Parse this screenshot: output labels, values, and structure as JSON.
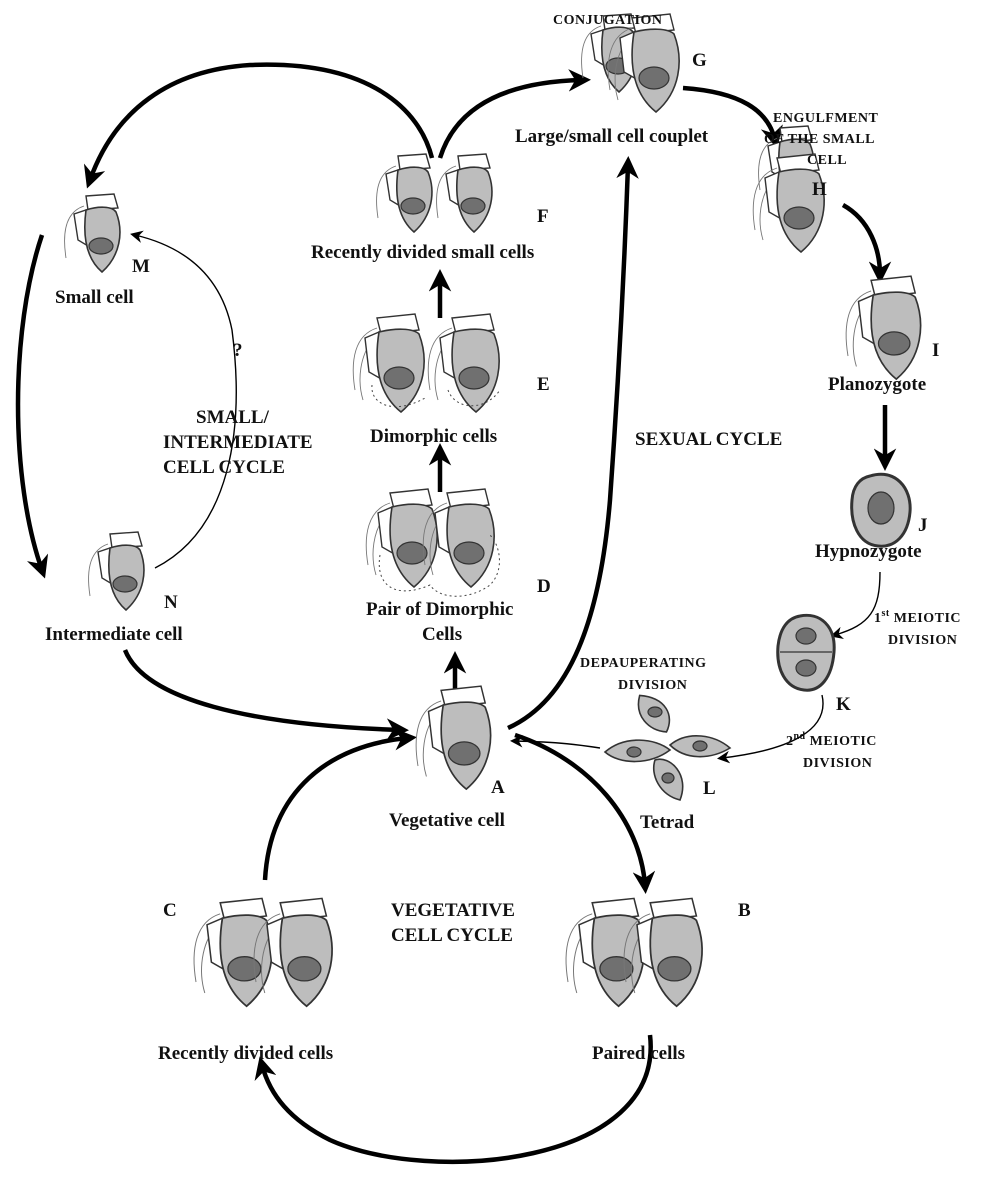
{
  "labels": {
    "conjugation": "CONJUGATION",
    "G_letter": "G",
    "G_caption": "Large/small cell couplet",
    "engulf_1": "ENGULFMENT",
    "engulf_2": "OF THE SMALL",
    "engulf_3": "CELL",
    "H_letter": "H",
    "I_letter": "I",
    "I_caption": "Planozygote",
    "J_letter": "J",
    "J_caption": "Hypnozygote",
    "meiosis1_num": "1",
    "meiosis1_sup": "st",
    "meiosis1_word": " MEIOTIC",
    "meiosis1_division": "DIVISION",
    "K_letter": "K",
    "meiosis2_num": "2",
    "meiosis2_sup": "nd",
    "meiosis2_word": " MEIOTIC",
    "meiosis2_division": "DIVISION",
    "L_letter": "L",
    "L_caption": "Tetrad",
    "depauperating_1": "DEPAUPERATING",
    "depauperating_2": "DIVISION",
    "A_letter": "A",
    "A_caption": "Vegetative cell",
    "B_letter": "B",
    "B_caption": "Paired cells",
    "C_letter": "C",
    "C_caption": "Recently divided cells",
    "veg_cycle_1": "VEGETATIVE",
    "veg_cycle_2": "CELL CYCLE",
    "D_letter": "D",
    "D_caption_1": "Pair of Dimorphic",
    "D_caption_2": "Cells",
    "E_letter": "E",
    "E_caption": "Dimorphic cells",
    "F_letter": "F",
    "F_caption": "Recently divided small cells",
    "sexual_cycle": "SEXUAL CYCLE",
    "M_letter": "M",
    "M_caption": "Small cell",
    "N_letter": "N",
    "N_caption": "Intermediate cell",
    "question": "?",
    "small_cycle_1": "SMALL/",
    "small_cycle_2": "INTERMEDIATE",
    "small_cycle_3": "CELL CYCLE"
  },
  "colors": {
    "cell_fill": "#bdbdbd",
    "nucleus_fill": "#707070",
    "arrow": "#000000"
  }
}
